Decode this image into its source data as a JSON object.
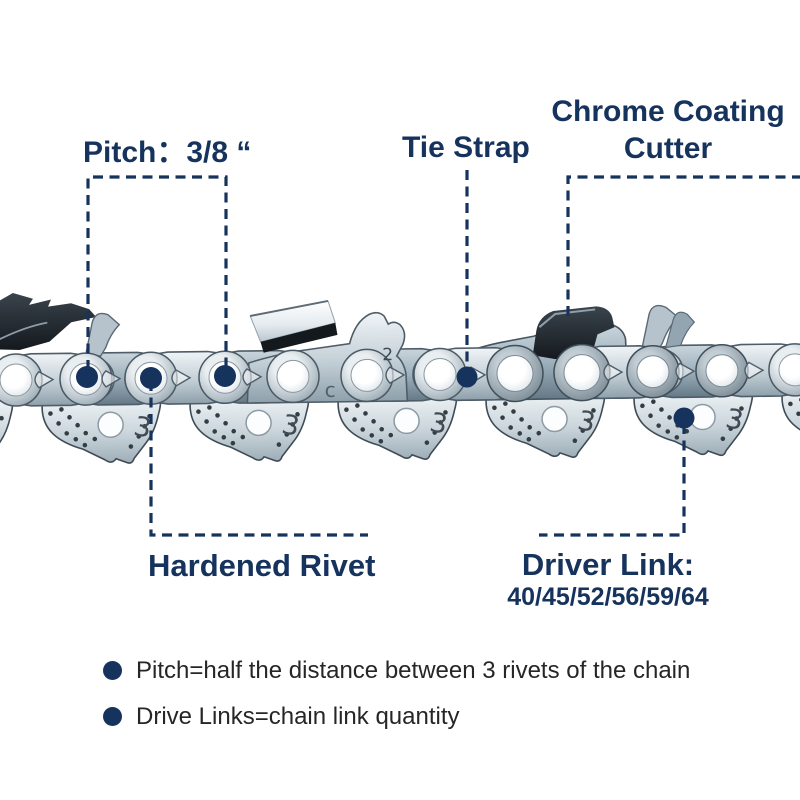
{
  "page": {
    "background": "#ffffff"
  },
  "colors": {
    "accent_navy": "#16335d",
    "note_text": "#262626"
  },
  "callouts": {
    "pitch": {
      "label": "Pitch：3/8 “"
    },
    "tie_strap": {
      "label": "Tie Strap"
    },
    "chrome_cutter": {
      "label_line1": "Chrome Coating",
      "label_line2": "Cutter"
    },
    "hardened_rivet": {
      "label": "Hardened Rivet"
    },
    "driver_link": {
      "label": "Driver Link:",
      "values": "40/45/52/56/59/64"
    }
  },
  "chain": {
    "drive_link_stamp": "3",
    "cutter_stamp": "2",
    "tie_strap_stamp": "c"
  },
  "notes": [
    {
      "text": "Pitch=half the distance between 3 rivets of the chain"
    },
    {
      "text": "Drive Links=chain link quantity"
    }
  ]
}
